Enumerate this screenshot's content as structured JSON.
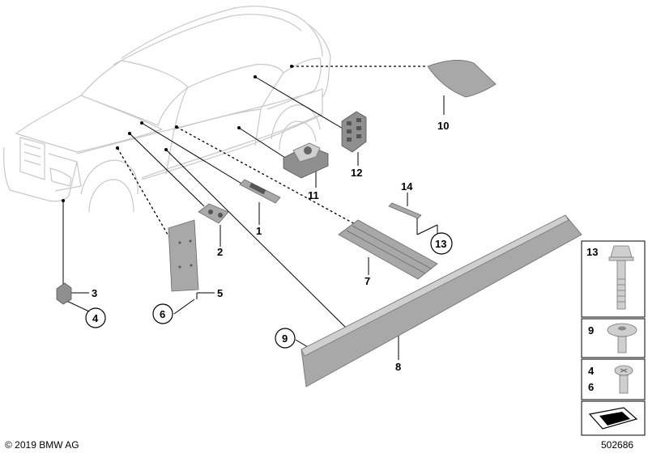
{
  "callouts": {
    "p1": "1",
    "p2": "2",
    "p3": "3",
    "p4": "4",
    "p5": "5",
    "p6": "6",
    "p7": "7",
    "p8": "8",
    "p9": "9",
    "p10": "10",
    "p11": "11",
    "p12": "12",
    "p13": "13",
    "p14": "14"
  },
  "legend": {
    "bolt_13": "13",
    "screw_9": "9",
    "screw_4": "4",
    "screw_6": "6"
  },
  "footer": {
    "copyright": "© 2019 BMW AG",
    "diagram_number": "502686"
  }
}
